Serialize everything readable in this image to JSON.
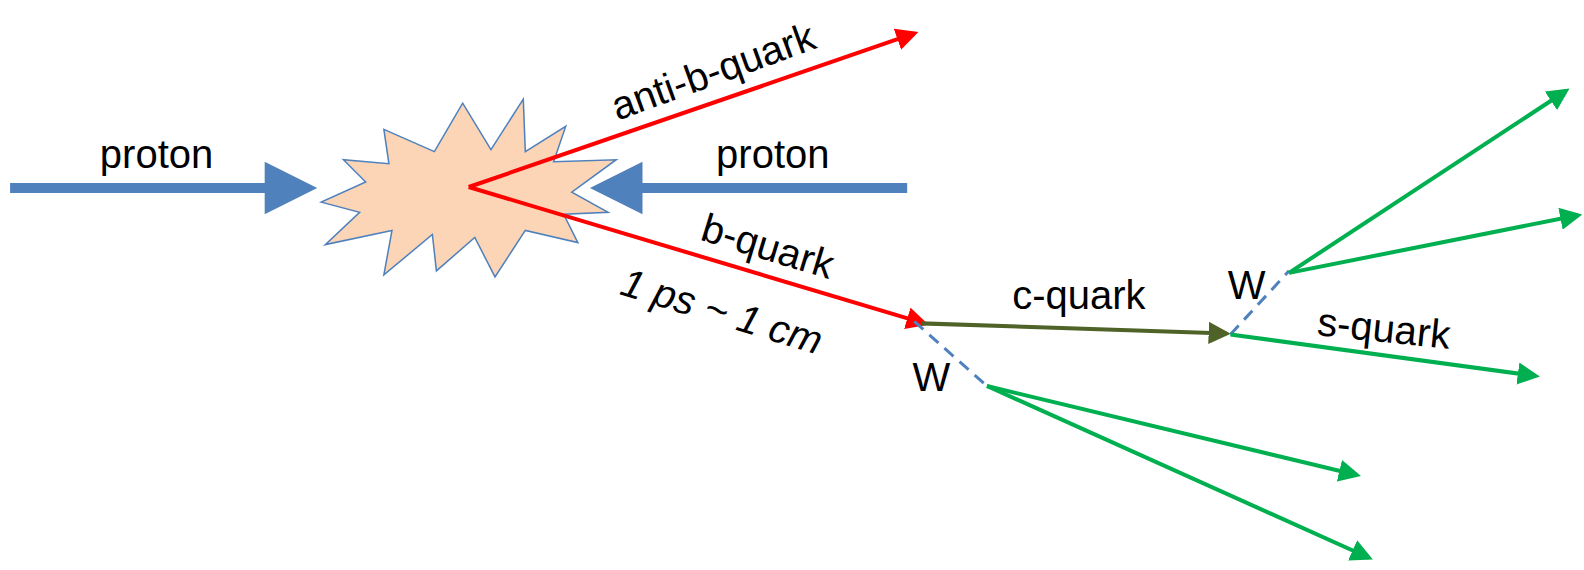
{
  "diagram": {
    "labels": [
      "proton",
      "proton",
      "anti-b-quark",
      "b-quark",
      "1 ps ~ 1 cm",
      "c-quark",
      "W",
      "W",
      "s-quark"
    ]
  }
}
